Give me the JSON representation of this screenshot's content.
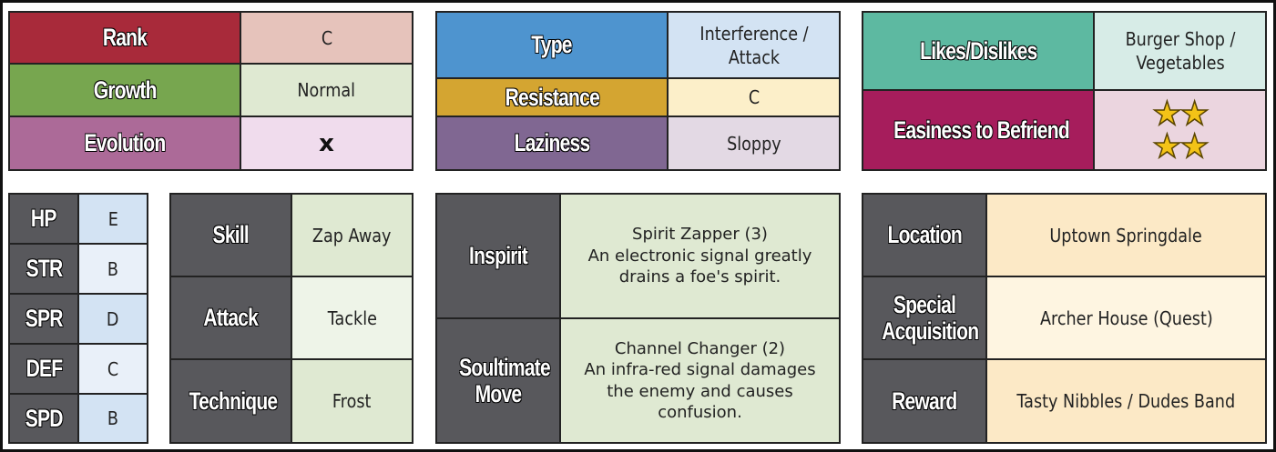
{
  "info": {
    "rank_label": "Rank",
    "rank_value": "C",
    "growth_label": "Growth",
    "growth_value": "Normal",
    "evolution_label": "Evolution",
    "evolution_value": "x",
    "type_label": "Type",
    "type_value": "Interference / Attack",
    "resistance_label": "Resistance",
    "resistance_value": "C",
    "laziness_label": "Laziness",
    "laziness_value": "Sloppy",
    "likes_label": "Likes/Dislikes",
    "likes_value": "Burger Shop / Vegetables",
    "befriend_label": "Easiness to Befriend",
    "befriend_stars": "★★★★",
    "befriend_star_count": 4
  },
  "stats": [
    {
      "label": "HP",
      "grade": "E"
    },
    {
      "label": "STR",
      "grade": "B"
    },
    {
      "label": "SPR",
      "grade": "D"
    },
    {
      "label": "DEF",
      "grade": "C"
    },
    {
      "label": "SPD",
      "grade": "B"
    }
  ],
  "moves": {
    "skill_label": "Skill",
    "skill_value": "Zap Away",
    "attack_label": "Attack",
    "attack_value": "Tackle",
    "technique_label": "Technique",
    "technique_value": "Frost"
  },
  "special": {
    "inspirit_label": "Inspirit",
    "inspirit_name": "Spirit Zapper (3)",
    "inspirit_desc": "An electronic signal greatly drains a foe's spirit.",
    "soultimate_label": "Soultimate Move",
    "soultimate_name": "Channel Changer (2)",
    "soultimate_desc": "An infra-red signal damages the enemy and causes confusion."
  },
  "acquire": {
    "location_label": "Location",
    "location_value": "Uptown Springdale",
    "special_label": "Special Acquisition",
    "special_value": "Archer House (Quest)",
    "reward_label": "Reward",
    "reward_value": "Tasty Nibbles / Dudes Band"
  },
  "colors": {
    "rank": "#a82a3a",
    "growth": "#77a64f",
    "evolution": "#ac6a98",
    "type": "#4e94cf",
    "resistance": "#d4a531",
    "laziness": "#806792",
    "likes": "#5db9a1",
    "befriend": "#a61d5c",
    "panel_dark": "#58585c"
  }
}
